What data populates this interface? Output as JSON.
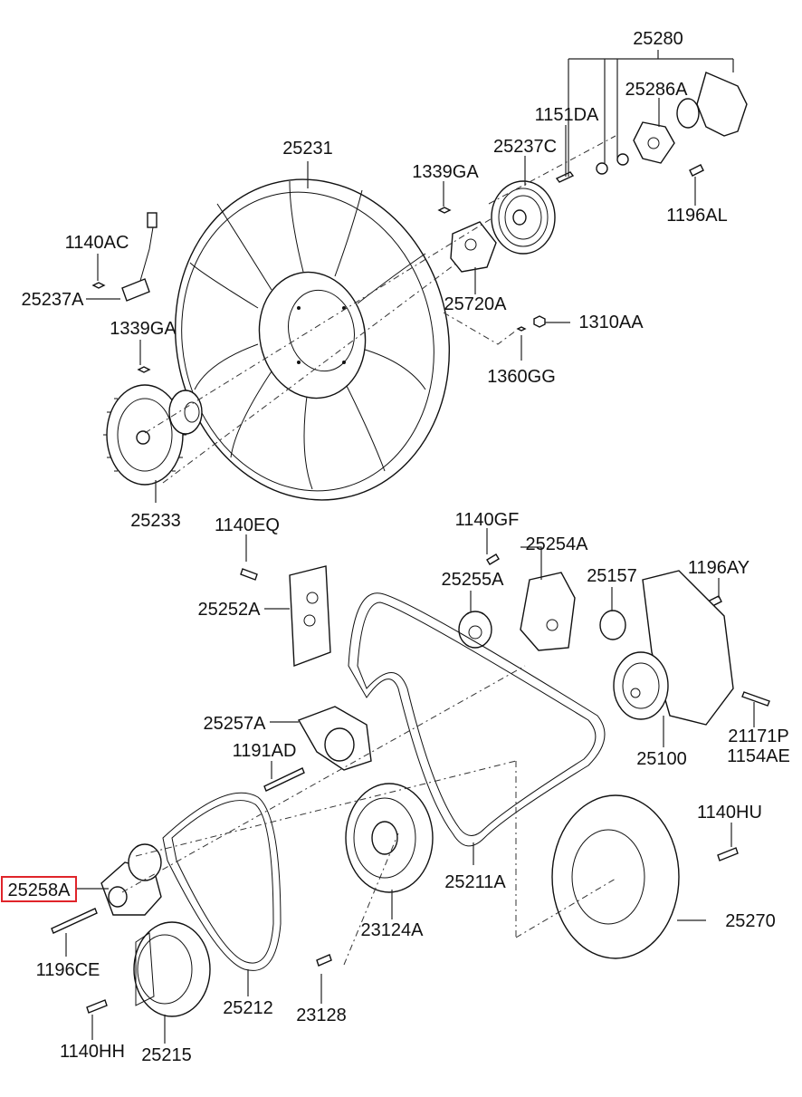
{
  "diagram": {
    "highlighted_part": "25258A",
    "highlight_color": "#e0242a",
    "labels": {
      "p25280": "25280",
      "p25286A": "25286A",
      "p1151DA": "1151DA",
      "p25237C": "25237C",
      "p25231": "25231",
      "p1339GA_top": "1339GA",
      "p1196AL": "1196AL",
      "p1140AC": "1140AC",
      "p25237A": "25237A",
      "p25720A": "25720A",
      "p1339GA_left": "1339GA",
      "p1310AA": "1310AA",
      "p1360GG": "1360GG",
      "p25233": "25233",
      "p1140EQ": "1140EQ",
      "p1140GF": "1140GF",
      "p25254A": "25254A",
      "p25255A": "25255A",
      "p25157": "25157",
      "p1196AY": "1196AY",
      "p25252A": "25252A",
      "p25257A": "25257A",
      "p21171P": "21171P",
      "p1154AE": "1154AE",
      "p1191AD": "1191AD",
      "p25100": "25100",
      "p1140HU": "1140HU",
      "p25258A": "25258A",
      "p25211A": "25211A",
      "p25270": "25270",
      "p23124A": "23124A",
      "p1196CE": "1196CE",
      "p25212": "25212",
      "p23128": "23128",
      "p1140HH": "1140HH",
      "p25215": "25215"
    }
  }
}
